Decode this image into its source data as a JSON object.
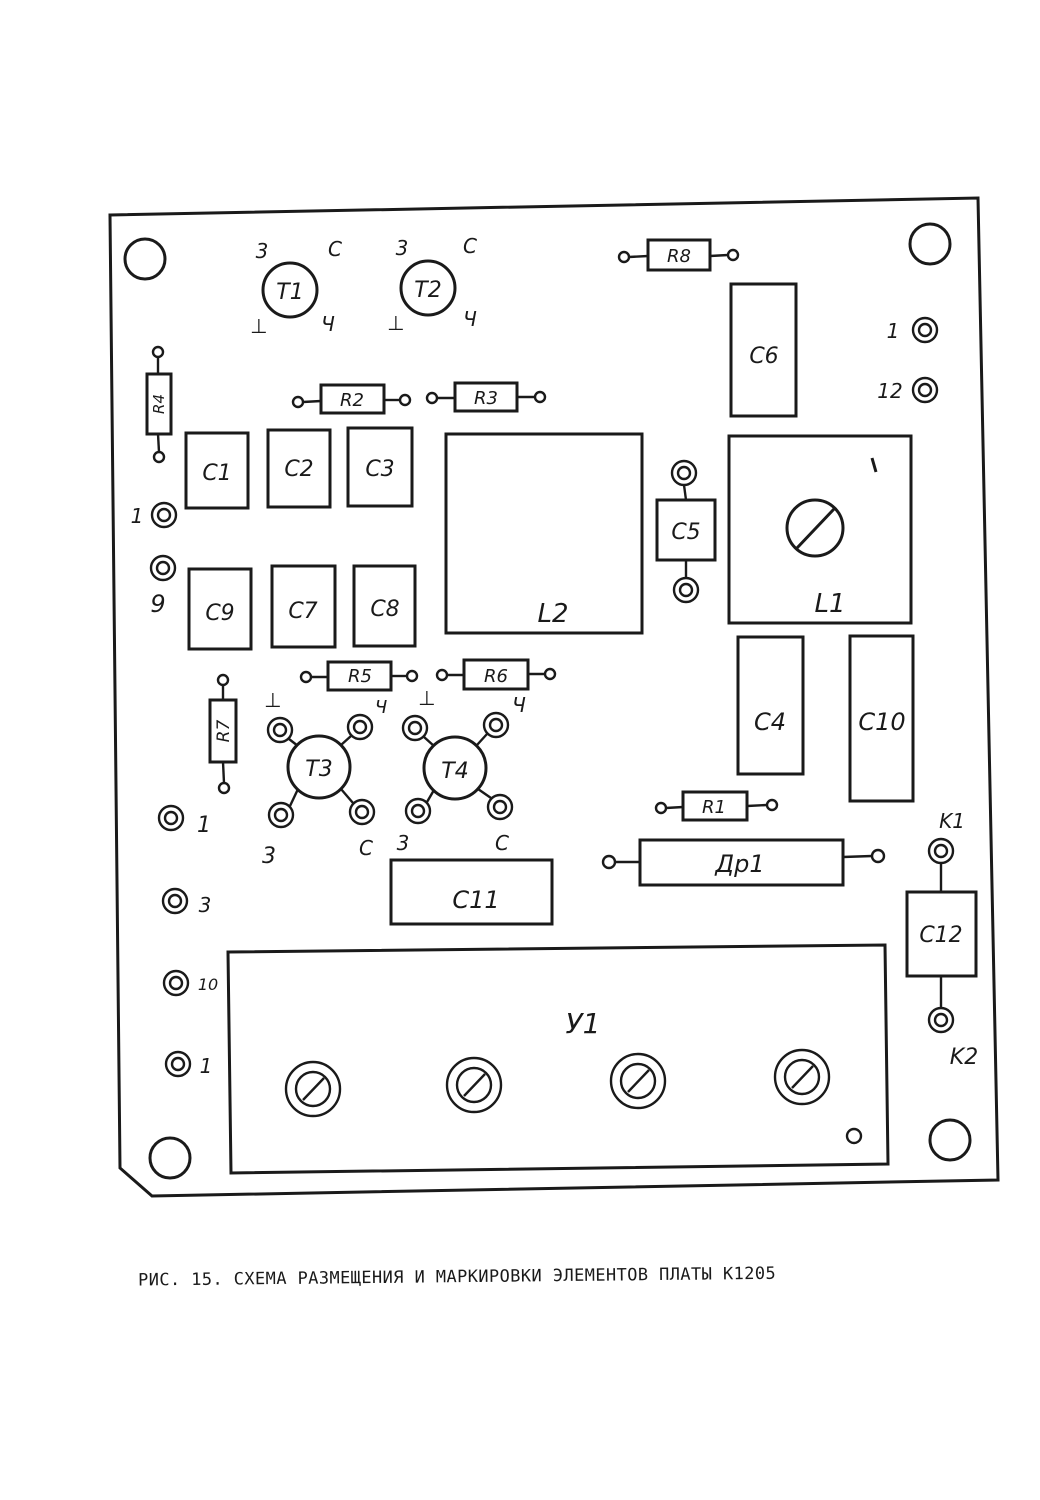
{
  "labels": {
    "t1": "T1",
    "t2": "T2",
    "t3": "T3",
    "t4": "T4",
    "e": "3",
    "c": "C",
    "b": "⊥",
    "ch": "Ч",
    "r1": "R1",
    "r2": "R2",
    "r3": "R3",
    "r4": "R4",
    "r5": "R5",
    "r6": "R6",
    "r7": "R7",
    "r8": "R8",
    "c1": "C1",
    "c2": "C2",
    "c3": "C3",
    "c4": "C4",
    "c5": "C5",
    "c6": "C6",
    "c7": "C7",
    "c8": "C8",
    "c9": "C9",
    "c10": "C10",
    "c11": "C11",
    "c12": "C12",
    "l1": "L1",
    "l2": "L2",
    "dr1": "Др1",
    "u1": "У1",
    "pin1": "1",
    "pin12": "12",
    "pin9": "9",
    "pin3": "3",
    "pin10": "10",
    "k1": "K1",
    "k2": "K2"
  },
  "caption": "РИС. 15. СХЕМА РАЗМЕЩЕНИЯ И МАРКИРОВКИ ЭЛЕМЕНТОВ ПЛАТЫ К1205"
}
